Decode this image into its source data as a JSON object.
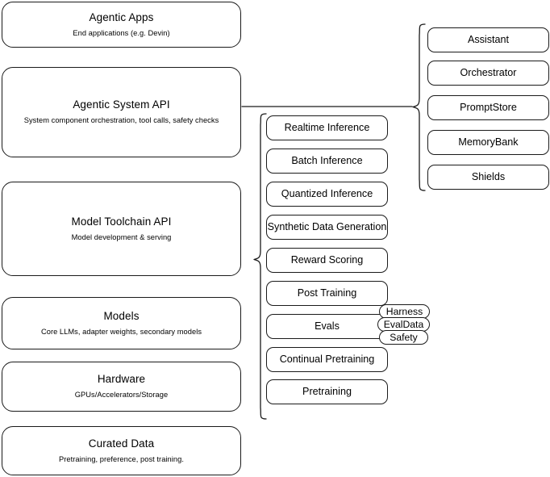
{
  "diagram": {
    "title": "Agentic stack layered architecture",
    "accent_color": "#1a1a1a",
    "background_color": "#ffffff"
  },
  "layers": [
    {
      "id": "agentic-apps",
      "title": "Agentic Apps",
      "subtitle": "End applications (e.g. Devin)"
    },
    {
      "id": "agentic-system-api",
      "title": "Agentic System API",
      "subtitle": "System component orchestration, tool calls, safety checks"
    },
    {
      "id": "model-toolchain-api",
      "title": "Model Toolchain API",
      "subtitle": "Model development & serving"
    },
    {
      "id": "models",
      "title": "Models",
      "subtitle": "Core LLMs, adapter weights, secondary models"
    },
    {
      "id": "hardware",
      "title": "Hardware",
      "subtitle": "GPUs/Accelerators/Storage"
    },
    {
      "id": "curated-data",
      "title": "Curated Data",
      "subtitle": "Pretraining, preference, post training."
    }
  ],
  "toolchain_components": [
    {
      "id": "realtime-inference",
      "label": "Realtime Inference"
    },
    {
      "id": "batch-inference",
      "label": "Batch Inference"
    },
    {
      "id": "quantized-inference",
      "label": "Quantized Inference"
    },
    {
      "id": "synthetic-data-generation",
      "label": "Synthetic Data Generation"
    },
    {
      "id": "reward-scoring",
      "label": "Reward Scoring"
    },
    {
      "id": "post-training",
      "label": "Post Training"
    },
    {
      "id": "evals",
      "label": "Evals"
    },
    {
      "id": "continual-pretraining",
      "label": "Continual Pretraining"
    },
    {
      "id": "pretraining",
      "label": "Pretraining"
    }
  ],
  "evals_badges": [
    {
      "id": "harness",
      "label": "Harness"
    },
    {
      "id": "evaldata",
      "label": "EvalData"
    },
    {
      "id": "safety",
      "label": "Safety"
    }
  ],
  "system_components": [
    {
      "id": "assistant",
      "label": "Assistant"
    },
    {
      "id": "orchestrator",
      "label": "Orchestrator"
    },
    {
      "id": "promptstore",
      "label": "PromptStore"
    },
    {
      "id": "memorybank",
      "label": "MemoryBank"
    },
    {
      "id": "shields",
      "label": "Shields"
    }
  ]
}
